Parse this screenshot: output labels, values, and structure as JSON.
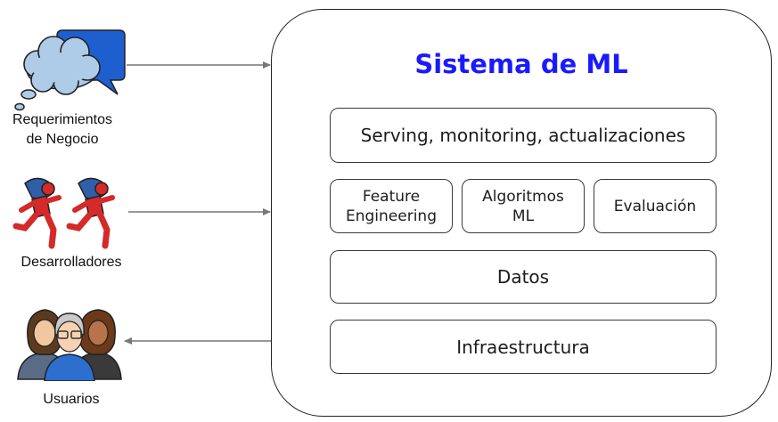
{
  "actors": [
    {
      "id": "business",
      "label_lines": [
        "Requerimientos",
        "de Negocio"
      ],
      "icon": "thought-bubble-icon"
    },
    {
      "id": "developers",
      "label_lines": [
        "Desarrolladores"
      ],
      "icon": "runner-icon"
    },
    {
      "id": "users",
      "label_lines": [
        "Usuarios"
      ],
      "icon": "users-group-icon"
    }
  ],
  "system": {
    "title": "Sistema de ML",
    "components": {
      "serving": "Serving, monitoring, actualizaciones",
      "feature_engineering": [
        "Feature",
        "Engineering"
      ],
      "algorithms": [
        "Algoritmos",
        "ML"
      ],
      "evaluation": "Evaluación",
      "data": "Datos",
      "infrastructure": "Infraestructura"
    }
  },
  "colors": {
    "title": "#1a1aff",
    "cloud": "#aecbe8",
    "speech_bubble": "#1e5fcf",
    "runner_body": "#d42a2a",
    "runner_pack": "#2f5fa8",
    "arrow": "#777777"
  }
}
